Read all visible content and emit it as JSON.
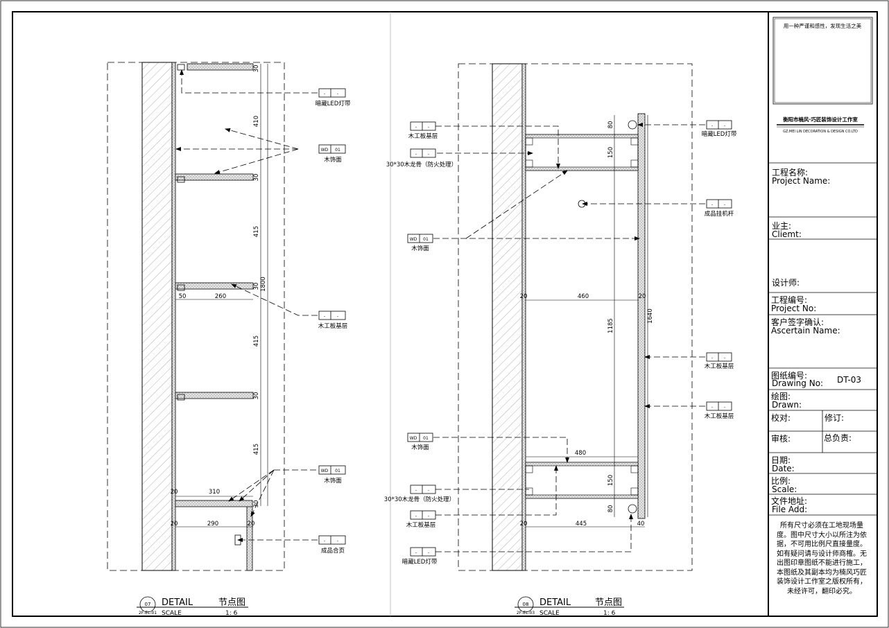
{
  "detail_left": {
    "number": "07",
    "ref": "2F-EL-01",
    "title_en": "DETAIL",
    "title_cn": "节点图",
    "scale_label": "SCALE",
    "scale": "1: 6",
    "dims": {
      "d30a": "30",
      "d410": "410",
      "d30b": "30",
      "d415a": "415",
      "d30c": "30",
      "d1800": "1800",
      "d50": "50",
      "d260": "260",
      "d415b": "415",
      "d30d": "30",
      "d415c": "415",
      "d20a": "20",
      "d310": "310",
      "d30e": "30",
      "d20b": "20",
      "d290": "290",
      "d20c": "20"
    },
    "tags": [
      {
        "code": "-",
        "num": "-",
        "label": "暗藏LED灯带"
      },
      {
        "code": "WD",
        "num": "01",
        "label": "木饰面"
      },
      {
        "code": "-",
        "num": "-",
        "label": "木工板基层"
      },
      {
        "code": "WD",
        "num": "01",
        "label": "木饰面"
      },
      {
        "code": "-",
        "num": "-",
        "label": "成品合页"
      }
    ]
  },
  "detail_right": {
    "number": "08",
    "ref": "2F-EL-03",
    "title_en": "DETAIL",
    "title_cn": "节点图",
    "scale_label": "SCALE",
    "scale": "1: 6",
    "dims": {
      "d80a": "80",
      "d150a": "150",
      "d20a": "20",
      "d460": "460",
      "d20b": "20",
      "d1185": "1185",
      "d1640": "1640",
      "d480": "480",
      "d150b": "150",
      "d80b": "80",
      "d20c": "20",
      "d445": "445",
      "d40": "40"
    },
    "tags": [
      {
        "code": "-",
        "num": "-",
        "label": "木工板基层"
      },
      {
        "code": "-",
        "num": "-",
        "label": "30*30木龙骨（防火处理）"
      },
      {
        "code": "WD",
        "num": "01",
        "label": "木饰面"
      },
      {
        "code": "WD",
        "num": "01",
        "label": "木饰面"
      },
      {
        "code": "-",
        "num": "-",
        "label": "30*30木龙骨（防火处理）"
      },
      {
        "code": "-",
        "num": "-",
        "label": "木工板基层"
      },
      {
        "code": "-",
        "num": "-",
        "label": "暗藏LED灯带"
      },
      {
        "code": "-",
        "num": "-",
        "label": "暗藏LED灯带"
      },
      {
        "code": "-",
        "num": "-",
        "label": "成品挂机杆"
      },
      {
        "code": "-",
        "num": "-",
        "label": "木工板基层"
      },
      {
        "code": "-",
        "num": "-",
        "label": "木工板基层"
      }
    ]
  },
  "title_block": {
    "slogan": "用一种严谨和感性，发现生活之美",
    "company_cn": "衡阳市楠风·巧匠装饰设计工作室",
    "company_en": "GZ.MEI LIN DECORATION & DESIGN CO.LTD",
    "project_name_cn": "工程名称:",
    "project_name_en": "Project Name:",
    "client_cn": "业主:",
    "client_en": "Cliemt:",
    "designer_cn": "设计师:",
    "project_no_cn": "工程编号:",
    "project_no_en": "Project No:",
    "ascertain_cn": "客户签字确认:",
    "ascertain_en": "Ascertain Name:",
    "drawing_no_cn": "图纸编号:",
    "drawing_no_en": "Drawing No:",
    "drawing_no": "DT-03",
    "drawn_cn": "绘图:",
    "drawn_en": "Drawn:",
    "check_cn": "校对:",
    "revise_cn": "修订:",
    "review_cn": "审核:",
    "chief_cn": "总负责:",
    "date_cn": "日期:",
    "date_en": "Date:",
    "scale_cn": "比例:",
    "scale_en": "Scale:",
    "file_cn": "文件地址:",
    "file_en": "File Add:",
    "note": "所有尺寸必须在工地现场量度。图中尺寸大小以所注为依据，不可用比例尺直接量度。如有疑问请与设计师商榷。无出图印章图纸不能进行施工，本图纸及其副本均为楠风巧匠装饰设计工作室之版权所有，未经许可，翻印必究。"
  }
}
